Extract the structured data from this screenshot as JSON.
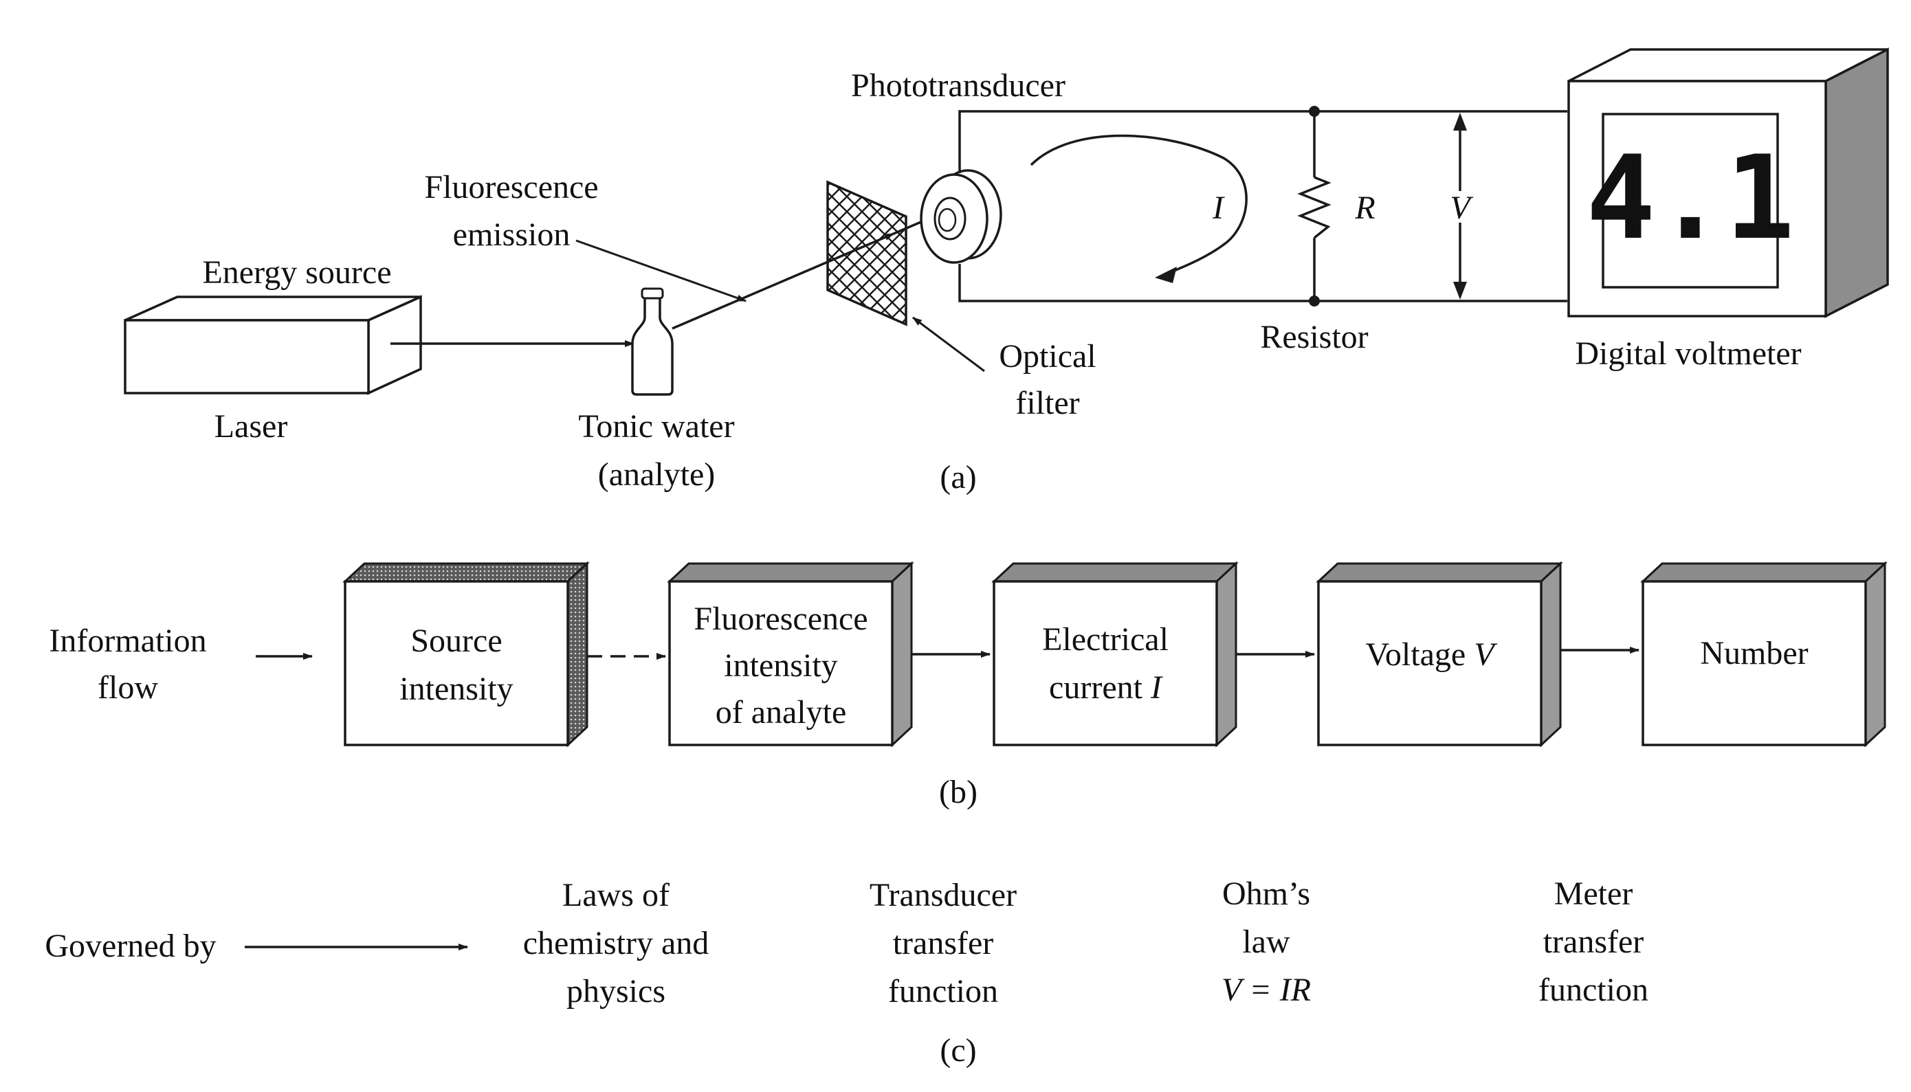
{
  "part_a": {
    "caption": "(a)",
    "energy_source": "Energy source",
    "laser": "Laser",
    "fluorescence_emission": [
      "Fluorescence",
      "emission"
    ],
    "tonic_water": [
      "Tonic water",
      "(analyte)"
    ],
    "optical_filter": [
      "Optical",
      "filter"
    ],
    "phototransducer": "Phototransducer",
    "current_symbol": "I",
    "resistor_symbol": "R",
    "voltage_symbol": "V",
    "resistor": "Resistor",
    "digital_voltmeter": "Digital voltmeter",
    "meter_reading": "4.1"
  },
  "part_b": {
    "caption": "(b)",
    "information_flow": [
      "Information",
      "flow"
    ],
    "blocks": [
      {
        "lines": [
          "Source",
          "intensity"
        ]
      },
      {
        "lines": [
          "Fluorescence",
          "intensity",
          "of analyte"
        ]
      },
      {
        "lines": [
          "Electrical",
          "current "
        ],
        "symbol": "I"
      },
      {
        "lines": [
          "Voltage "
        ],
        "symbol": "V"
      },
      {
        "lines": [
          "Number"
        ]
      }
    ]
  },
  "part_c": {
    "caption": "(c)",
    "governed_by": "Governed by",
    "laws": [
      [
        "Laws of",
        "chemistry and",
        "physics"
      ],
      [
        "Transducer",
        "transfer",
        "function"
      ],
      [
        "Ohm’s",
        "law",
        "V = IR"
      ],
      [
        "Meter",
        "transfer",
        "function"
      ]
    ]
  }
}
